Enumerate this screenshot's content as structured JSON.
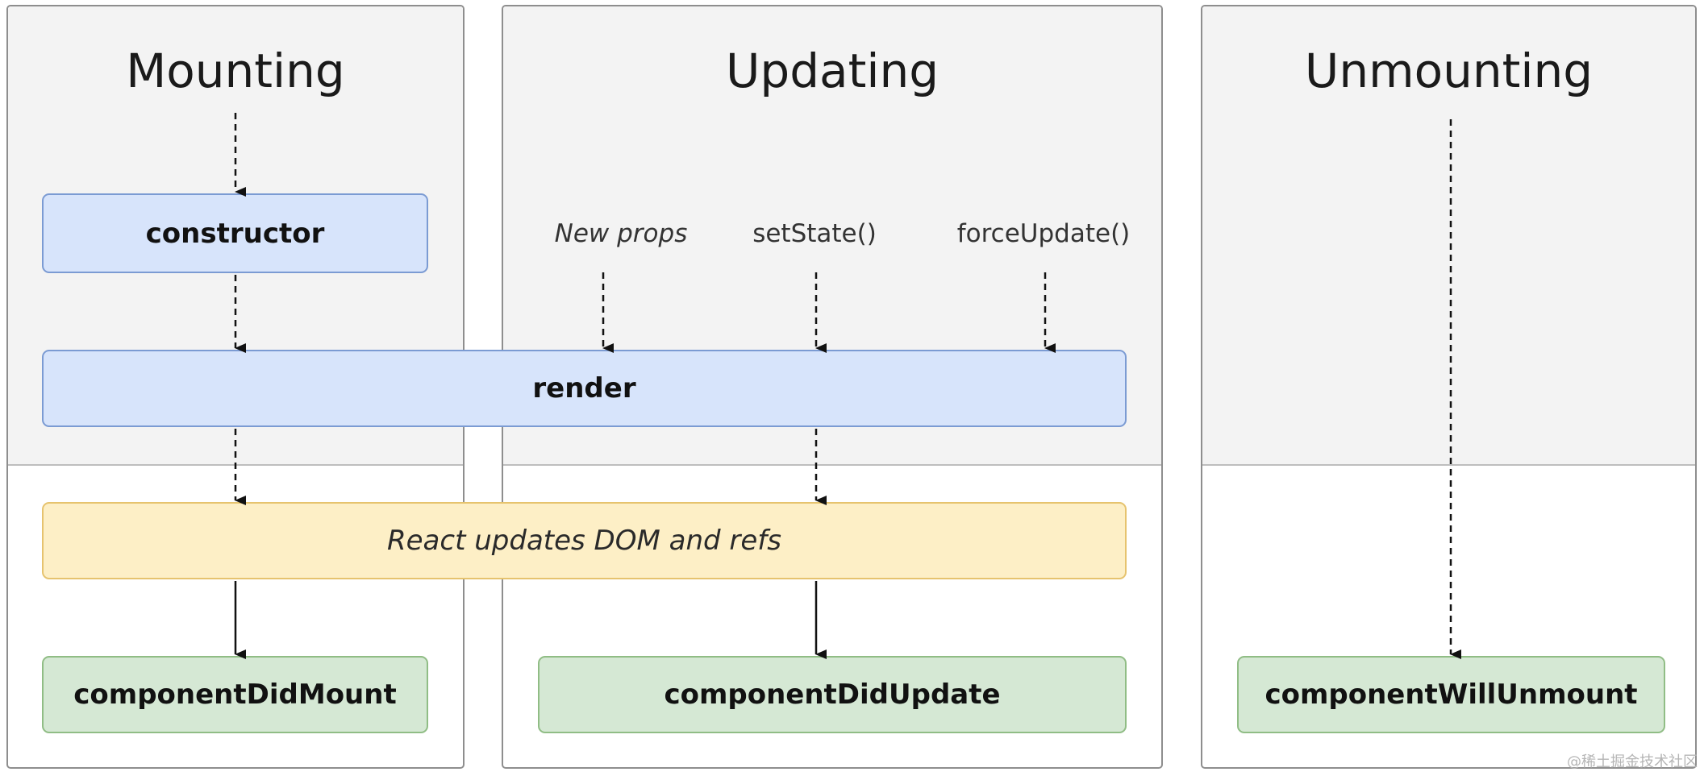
{
  "phases": {
    "mounting": "Mounting",
    "updating": "Updating",
    "unmounting": "Unmounting"
  },
  "triggers": {
    "new_props": "New props",
    "set_state": "setState()",
    "force_update": "forceUpdate()"
  },
  "methods": {
    "constructor": "constructor",
    "render": "render",
    "dom_update": "React updates DOM and refs",
    "did_mount": "componentDidMount",
    "did_update": "componentDidUpdate",
    "will_unmount": "componentWillUnmount"
  },
  "watermark": "@稀土掘金技术社区",
  "colors": {
    "render_phase_bg": "#f3f3f3",
    "blue_box": "#d7e4fb",
    "yellow_box": "#fdefc6",
    "green_box": "#d5e8d4"
  }
}
